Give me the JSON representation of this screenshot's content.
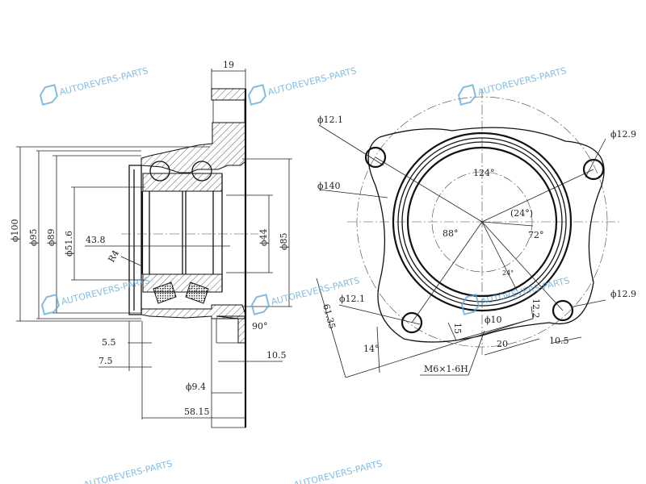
{
  "watermark": {
    "text": "AUTOREVERS-PARTS",
    "logo": "AR",
    "color": "#5aa7d8"
  },
  "side_view": {
    "dims": {
      "flange_width": "19",
      "d100": "ϕ100",
      "d95": "ϕ95",
      "d89": "ϕ89",
      "d51_6": "ϕ51.6",
      "len43_8": "43.8",
      "r4": "R4",
      "d44": "ϕ44",
      "d85": "ϕ85",
      "angle90": "90°",
      "len5_5": "5.5",
      "len7_5": "7.5",
      "len10_5": "10.5",
      "d9_4": "ϕ9.4",
      "len58_15": "58.15"
    }
  },
  "front_view": {
    "dims": {
      "hole_tl": "ϕ12.1",
      "d140": "ϕ140",
      "ang124": "124°",
      "ang24p": "(24°)",
      "ang88": "88°",
      "ang72": "72°",
      "ang24": "24°",
      "hole_bl": "ϕ12.1",
      "len61_35": "61.35",
      "ang14": "14°",
      "len15": "15",
      "d10": "ϕ10",
      "len12_2": "12.2",
      "len20": "20",
      "len10_5": "10.5",
      "thread": "M6×1-6H",
      "hole_tr": "ϕ12.9",
      "hole_br": "ϕ12.9"
    }
  }
}
